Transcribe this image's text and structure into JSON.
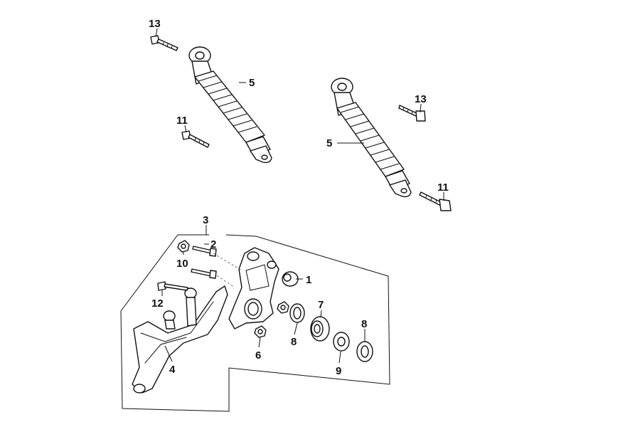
{
  "callouts": {
    "c1": "1",
    "c2": "2",
    "c3": "3",
    "c4": "4",
    "c5a": "5",
    "c5b": "5",
    "c6": "6",
    "c7": "7",
    "c8a": "8",
    "c8b": "8",
    "c9": "9",
    "c10": "10",
    "c11a": "11",
    "c11b": "11",
    "c12": "12",
    "c13a": "13",
    "c13b": "13"
  },
  "colors": {
    "line": "#111111",
    "background": "#ffffff"
  }
}
